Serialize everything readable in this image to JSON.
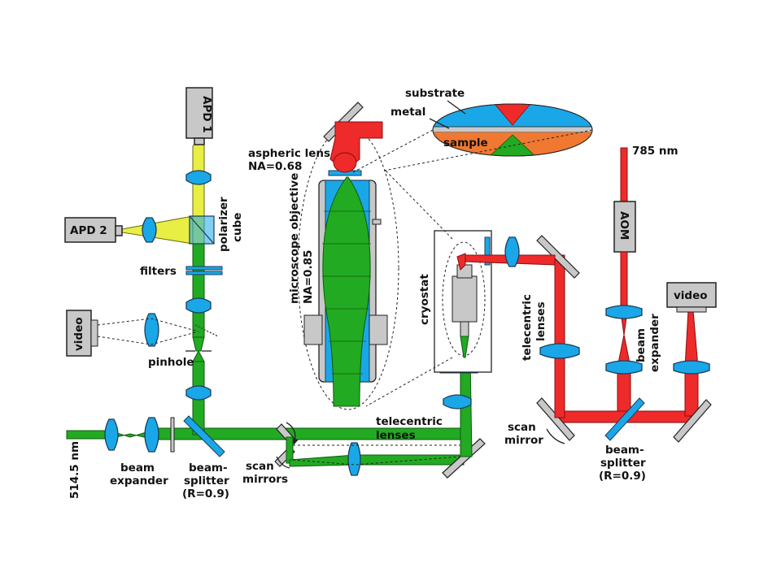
{
  "labels": {
    "apd1": "APD 1",
    "apd2": "APD 2",
    "polarizer_cube_1": "polarizer",
    "polarizer_cube_2": "cube",
    "filters": "filters",
    "video_left": "video",
    "pinhole": "pinhole",
    "wavelength_green": "514.5 nm",
    "beam_expander_left_1": "beam",
    "beam_expander_left_2": "expander",
    "beam_splitter_left_1": "beam-",
    "beam_splitter_left_2": "splitter",
    "beam_splitter_left_3": "(R=0.9)",
    "scan_mirrors_1": "scan",
    "scan_mirrors_2": "mirrors",
    "aspheric_lens_1": "aspheric lens",
    "aspheric_lens_2": "NA=0.68",
    "microscope_objective_1": "microscope objective",
    "microscope_objective_2": "NA=0.85",
    "substrate": "substrate",
    "metal": "metal",
    "sample": "sample",
    "telecentric_lenses_bottom_1": "telecentric",
    "telecentric_lenses_bottom_2": "lenses",
    "cryostat": "cryostat",
    "telecentric_lenses_right_1": "telecentric",
    "telecentric_lenses_right_2": "lenses",
    "wavelength_red": "785 nm",
    "aom": "AOM",
    "video_right": "video",
    "beam_expander_right_1": "beam",
    "beam_expander_right_2": "expander",
    "scan_mirror_right_1": "scan",
    "scan_mirror_right_2": "mirror",
    "beam_splitter_right_1": "beam-",
    "beam_splitter_right_2": "splitter",
    "beam_splitter_right_3": "(R=0.9)"
  },
  "colors": {
    "green_beam": "#22aa22",
    "red_beam": "#ee2a2a",
    "yellow_beam": "#e8ee44",
    "lens": "#1aa7e8",
    "component_gray": "#c8c8c8",
    "sample_orange": "#f07830"
  }
}
